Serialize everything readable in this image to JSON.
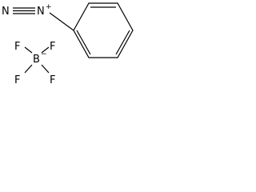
{
  "molecule": {
    "cation": {
      "atoms": {
        "n1": "N",
        "n2": "N",
        "n2_charge": "+"
      }
    },
    "anion": {
      "atoms": {
        "boron": "B",
        "boron_charge": "−",
        "fluorine_top_left": "F",
        "fluorine_top_right": "F",
        "fluorine_bottom_left": "F",
        "fluorine_bottom_right": "F"
      }
    }
  }
}
